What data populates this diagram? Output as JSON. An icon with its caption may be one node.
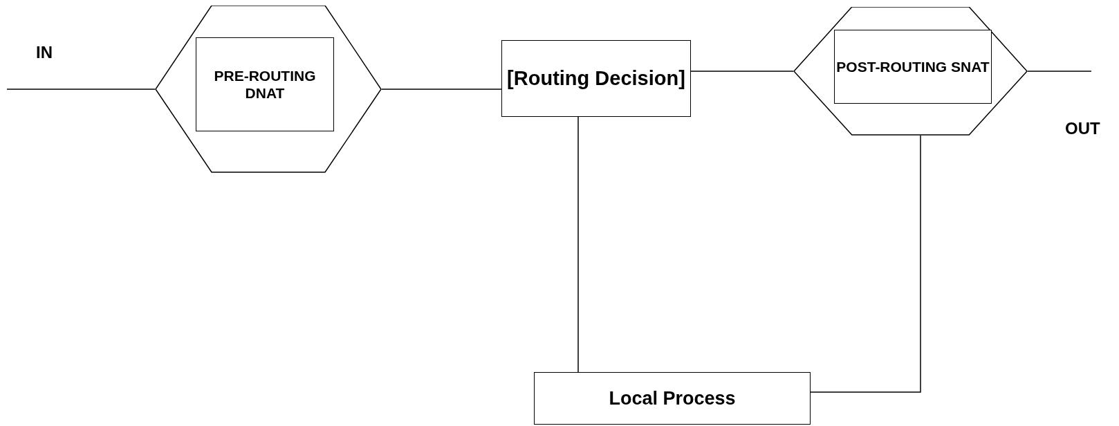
{
  "diagram": {
    "nodes": [
      {
        "text": [],
        "shape": "hexagon"
      },
      {
        "text": [
          "PRE-ROUTING DNAT"
        ],
        "in": 0
      },
      {
        "text": [
          "[Routing Decision]"
        ]
      },
      {
        "text": [],
        "shape": "hexagon"
      },
      {
        "text": [
          "POST-ROUTING SNAT"
        ],
        "in": 3
      },
      {
        "text": [
          "Local Process"
        ]
      }
    ],
    "edges": [
      {
        "from": null,
        "to": 0,
        "arrow": "none"
      },
      {
        "from": 0,
        "to": 2,
        "arrow": "none"
      },
      {
        "from": 2,
        "to": 3,
        "arrow": "none"
      },
      {
        "from": 3,
        "to": null,
        "arrow": "none"
      },
      {
        "from": 2,
        "to": 5,
        "arrow": "none"
      },
      {
        "from": 5,
        "to": 3,
        "arrow": "none"
      }
    ],
    "labels": [
      "IN",
      "OUT"
    ]
  }
}
